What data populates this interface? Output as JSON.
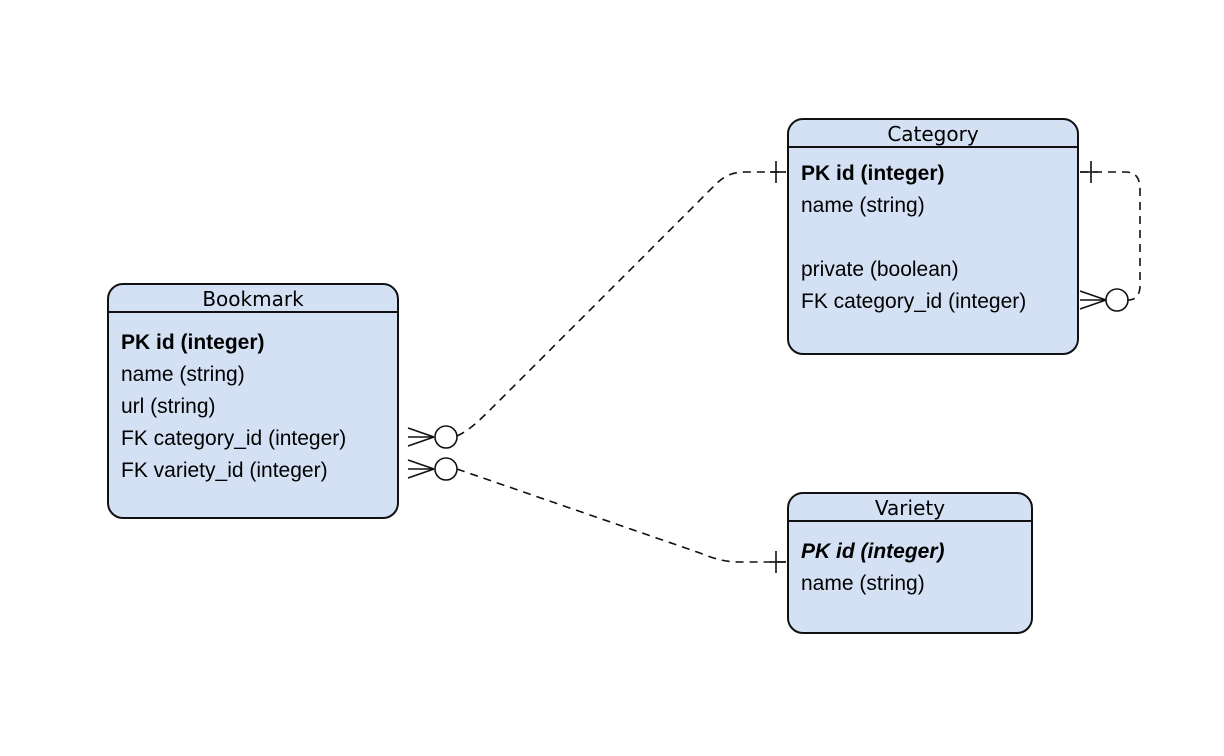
{
  "entities": {
    "bookmark": {
      "title": "Bookmark",
      "attributes": [
        {
          "text": "PK id (integer)",
          "style": "pk"
        },
        {
          "text": "name (string)",
          "style": ""
        },
        {
          "text": "url (string)",
          "style": ""
        },
        {
          "text": "FK category_id (integer)",
          "style": ""
        },
        {
          "text": "FK variety_id (integer)",
          "style": ""
        }
      ]
    },
    "category": {
      "title": "Category",
      "attributes": [
        {
          "text": "PK id (integer)",
          "style": "pk"
        },
        {
          "text": "name (string)",
          "style": ""
        },
        {
          "text": "",
          "style": "blank"
        },
        {
          "text": "private (boolean)",
          "style": ""
        },
        {
          "text": "FK category_id (integer)",
          "style": ""
        }
      ]
    },
    "variety": {
      "title": "Variety",
      "attributes": [
        {
          "text": "PK id (integer)",
          "style": "pk italic"
        },
        {
          "text": "name (string)",
          "style": ""
        }
      ]
    }
  },
  "colors": {
    "entity_fill": "#d4e1f5",
    "stroke": "#111111"
  }
}
